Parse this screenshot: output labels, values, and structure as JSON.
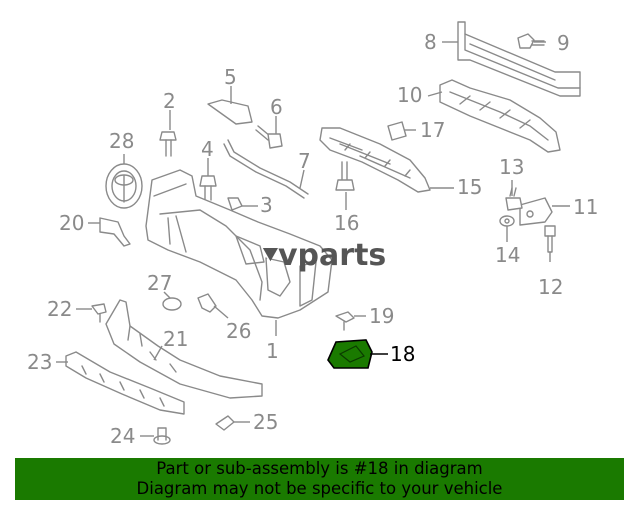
{
  "watermark": "vparts",
  "highlight_color": "#1a7a00",
  "callouts": [
    {
      "id": "1",
      "text": "1"
    },
    {
      "id": "2",
      "text": "2"
    },
    {
      "id": "3",
      "text": "3"
    },
    {
      "id": "4",
      "text": "4"
    },
    {
      "id": "5",
      "text": "5"
    },
    {
      "id": "6",
      "text": "6"
    },
    {
      "id": "7",
      "text": "7"
    },
    {
      "id": "8",
      "text": "8"
    },
    {
      "id": "9",
      "text": "9"
    },
    {
      "id": "10",
      "text": "10"
    },
    {
      "id": "11",
      "text": "11"
    },
    {
      "id": "12",
      "text": "12"
    },
    {
      "id": "13",
      "text": "13"
    },
    {
      "id": "14",
      "text": "14"
    },
    {
      "id": "15",
      "text": "15"
    },
    {
      "id": "16",
      "text": "16"
    },
    {
      "id": "17",
      "text": "17"
    },
    {
      "id": "18",
      "text": "18"
    },
    {
      "id": "19",
      "text": "19"
    },
    {
      "id": "20",
      "text": "20"
    },
    {
      "id": "21",
      "text": "21"
    },
    {
      "id": "22",
      "text": "22"
    },
    {
      "id": "23",
      "text": "23"
    },
    {
      "id": "24",
      "text": "24"
    },
    {
      "id": "25",
      "text": "25"
    },
    {
      "id": "26",
      "text": "26"
    },
    {
      "id": "27",
      "text": "27"
    },
    {
      "id": "28",
      "text": "28"
    }
  ],
  "footer": {
    "line1": "Part or sub-assembly is #18 in diagram",
    "line2": "Diagram may not be specific to your vehicle"
  }
}
